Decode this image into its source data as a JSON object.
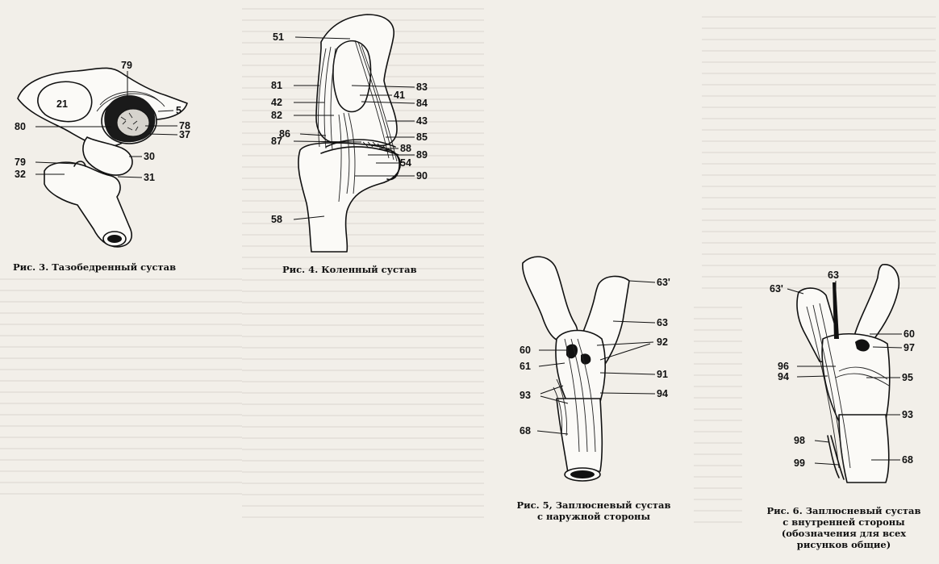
{
  "figures": {
    "fig3": {
      "caption": [
        "Рис. 3. Тазобедренный сустав"
      ],
      "labels": [
        "21",
        "79",
        "5",
        "80",
        "78",
        "37",
        "30",
        "79",
        "32",
        "31"
      ]
    },
    "fig4": {
      "caption": [
        "Рис. 4. Коленный сустав"
      ],
      "labels": [
        "51",
        "81",
        "83",
        "41",
        "42",
        "84",
        "82",
        "43",
        "86",
        "85",
        "87",
        "88",
        "89",
        "54",
        "90",
        "58"
      ]
    },
    "fig5": {
      "caption": [
        "Рис. 5, Заплюсневый сустав",
        "с наружной стороны"
      ],
      "labels": [
        "63'",
        "63",
        "92",
        "60",
        "61",
        "91",
        "93",
        "94",
        "68"
      ]
    },
    "fig6": {
      "caption": [
        "Рис. 6. Заплюсневый сустав",
        "с внутренней стороны",
        "(обозначения для всех",
        "рисунков общие)"
      ],
      "labels": [
        "63'",
        "63",
        "60",
        "97",
        "96",
        "94",
        "95",
        "93",
        "98",
        "99",
        "68"
      ]
    }
  }
}
